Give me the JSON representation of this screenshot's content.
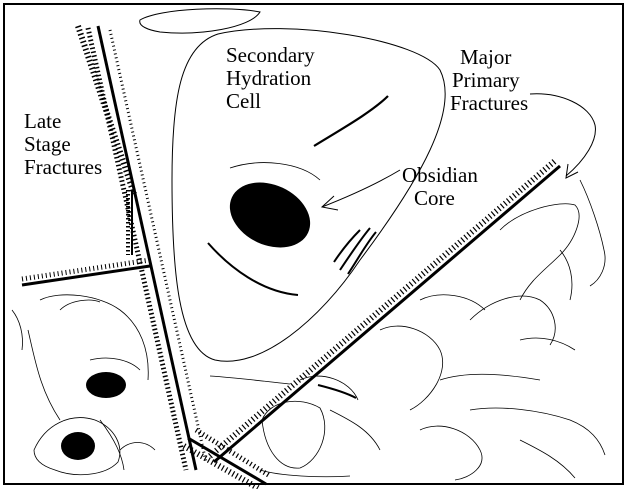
{
  "labels": {
    "secondary_hydration_cell": [
      "Secondary",
      "Hydration",
      "Cell"
    ],
    "late_stage_fractures": [
      "Late",
      "Stage",
      "Fractures"
    ],
    "major_primary_fractures": [
      "Major",
      "Primary",
      "Fractures"
    ],
    "obsidian_core": [
      "Obsidian",
      "Core"
    ]
  },
  "colors": {
    "ink": "#000000",
    "background": "#ffffff"
  }
}
